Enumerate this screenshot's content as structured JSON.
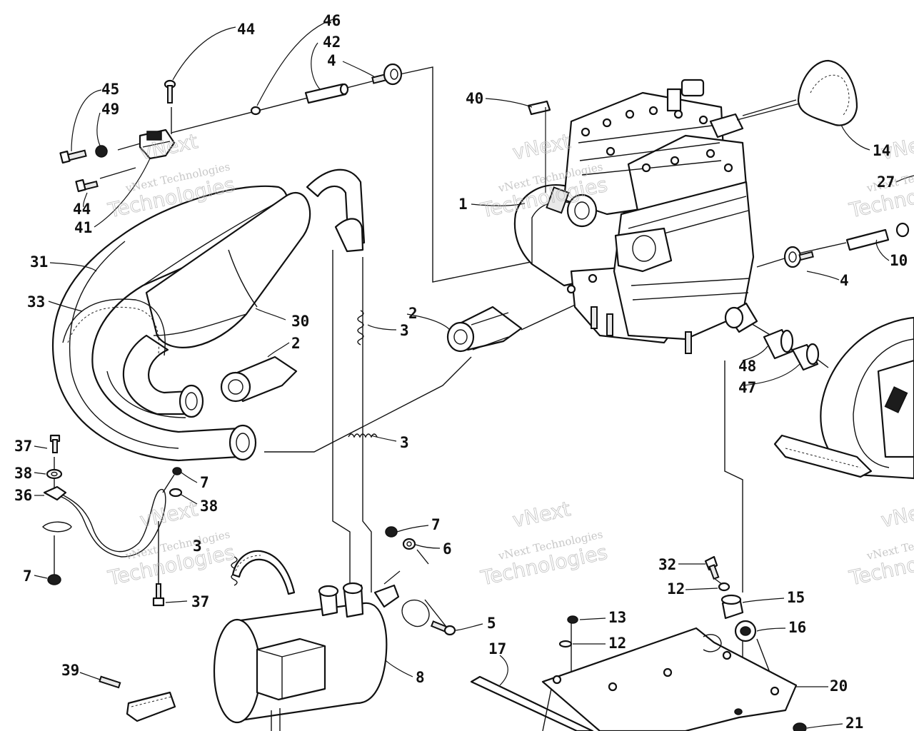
{
  "watermark": {
    "brand": "vNext",
    "company": "vNext Technologies",
    "word": "Technologies"
  },
  "callouts": {
    "c1": "1",
    "c2a": "2",
    "c2b": "2",
    "c3a": "3",
    "c3b": "3",
    "c3c": "3",
    "c4a": "4",
    "c4b": "4",
    "c5": "5",
    "c6": "6",
    "c7a": "7",
    "c7b": "7",
    "c7c": "7",
    "c8": "8",
    "c10": "10",
    "c12a": "12",
    "c12b": "12",
    "c13": "13",
    "c14": "14",
    "c15": "15",
    "c16": "16",
    "c17": "17",
    "c20": "20",
    "c21": "21",
    "c27": "27",
    "c30": "30",
    "c31": "31",
    "c32": "32",
    "c33": "33",
    "c36": "36",
    "c37a": "37",
    "c37b": "37",
    "c38a": "38",
    "c38b": "38",
    "c39": "39",
    "c40": "40",
    "c41": "41",
    "c42": "42",
    "c44a": "44",
    "c44b": "44",
    "c45": "45",
    "c46": "46",
    "c47": "47",
    "c48": "48",
    "c49": "49"
  }
}
